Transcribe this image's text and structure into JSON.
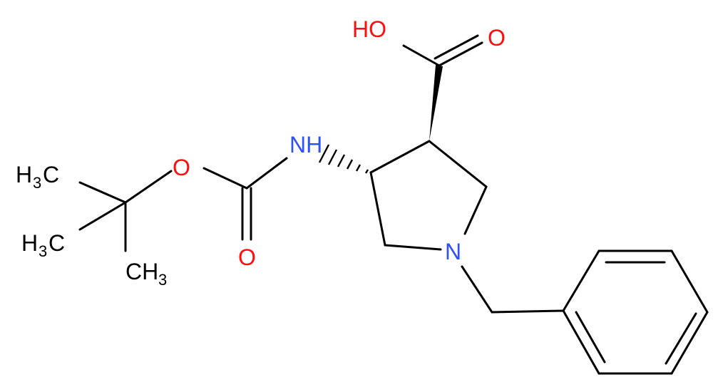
{
  "molecule": {
    "labels": {
      "hydroxyl": "HO",
      "carbonyl_oxygen_acid": "O",
      "amine": "NH",
      "ester_oxygen": "O",
      "carbonyl_oxygen_boc": "O",
      "ring_nitrogen": "N",
      "methyl_top_h": "H",
      "methyl_top_sub": "3",
      "methyl_top_c": "C",
      "methyl_mid_h": "H",
      "methyl_mid_sub": "3",
      "methyl_mid_c": "C",
      "methyl_bottom_ch": "CH",
      "methyl_bottom_sub": "3"
    },
    "colors": {
      "bond": "#000000",
      "oxygen": "#ff0d0d",
      "nitrogen": "#3050f8",
      "carbon": "#000000"
    }
  }
}
